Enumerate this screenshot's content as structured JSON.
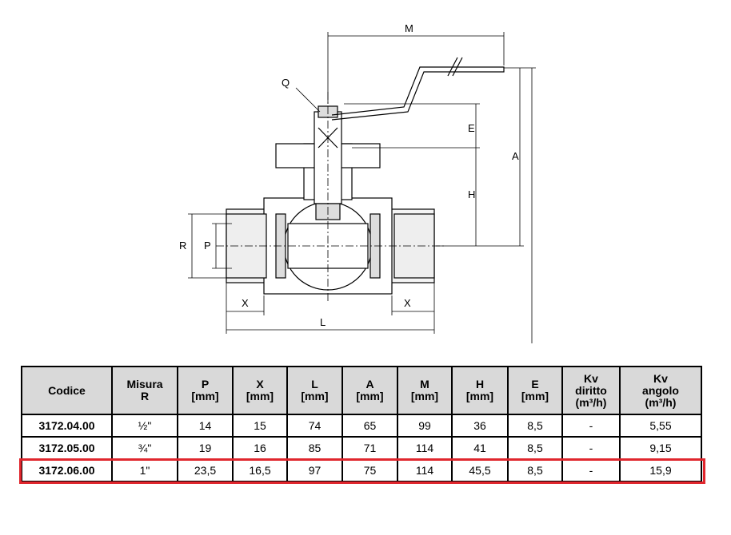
{
  "drawing": {
    "labels": {
      "M": "M",
      "Q": "Q",
      "E": "E",
      "A": "A",
      "H": "H",
      "R": "R",
      "P": "P",
      "X_left": "X",
      "X_right": "X",
      "L": "L"
    }
  },
  "table": {
    "headers": [
      [
        "Codice"
      ],
      [
        "Misura",
        "R"
      ],
      [
        "P",
        "[mm]"
      ],
      [
        "X",
        "[mm]"
      ],
      [
        "L",
        "[mm]"
      ],
      [
        "A",
        "[mm]"
      ],
      [
        "M",
        "[mm]"
      ],
      [
        "H",
        "[mm]"
      ],
      [
        "E",
        "[mm]"
      ],
      [
        "Kv",
        "diritto",
        "(m³/h)"
      ],
      [
        "Kv",
        "angolo",
        "(m³/h)"
      ]
    ],
    "rows": [
      [
        "3172.04.00",
        "½\"",
        "14",
        "15",
        "74",
        "65",
        "99",
        "36",
        "8,5",
        "-",
        "5,55"
      ],
      [
        "3172.05.00",
        "¾\"",
        "19",
        "16",
        "85",
        "71",
        "114",
        "41",
        "8,5",
        "-",
        "9,15"
      ],
      [
        "3172.06.00",
        "1\"",
        "23,5",
        "16,5",
        "97",
        "75",
        "114",
        "45,5",
        "8,5",
        "-",
        "15,9"
      ]
    ],
    "highlighted_row": 2,
    "highlight_color": "#e0262d"
  }
}
